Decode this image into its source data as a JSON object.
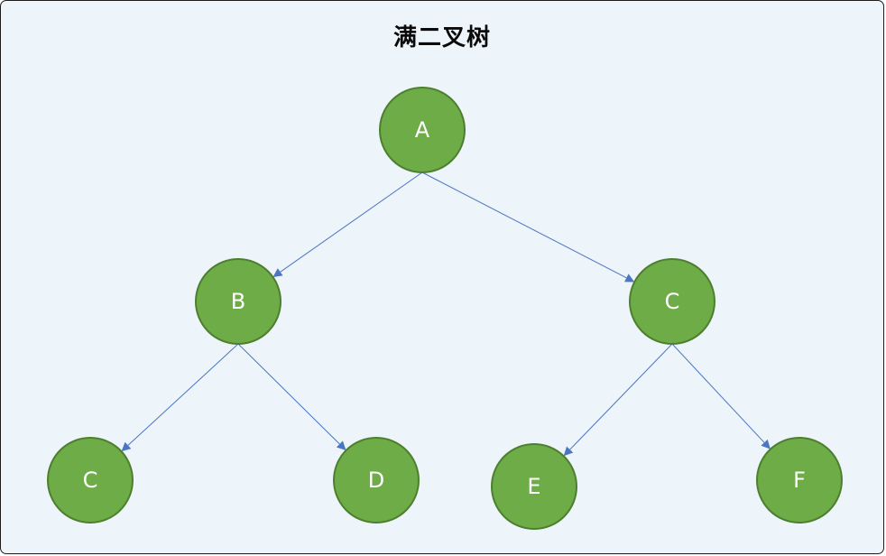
{
  "diagram": {
    "title": "满二叉树",
    "colors": {
      "background": "#edf4fa",
      "node_fill": "#6eac47",
      "node_stroke": "#4d7f2f",
      "edge": "#4a76c3",
      "label": "#ffffff"
    },
    "nodes": [
      {
        "id": "n1",
        "label": "A"
      },
      {
        "id": "n2",
        "label": "B"
      },
      {
        "id": "n3",
        "label": "C"
      },
      {
        "id": "n4",
        "label": "C"
      },
      {
        "id": "n5",
        "label": "D"
      },
      {
        "id": "n6",
        "label": "E"
      },
      {
        "id": "n7",
        "label": "F"
      }
    ],
    "edges": [
      {
        "from": "n1",
        "to": "n2"
      },
      {
        "from": "n1",
        "to": "n3"
      },
      {
        "from": "n2",
        "to": "n4"
      },
      {
        "from": "n2",
        "to": "n5"
      },
      {
        "from": "n3",
        "to": "n6"
      },
      {
        "from": "n3",
        "to": "n7"
      }
    ]
  }
}
